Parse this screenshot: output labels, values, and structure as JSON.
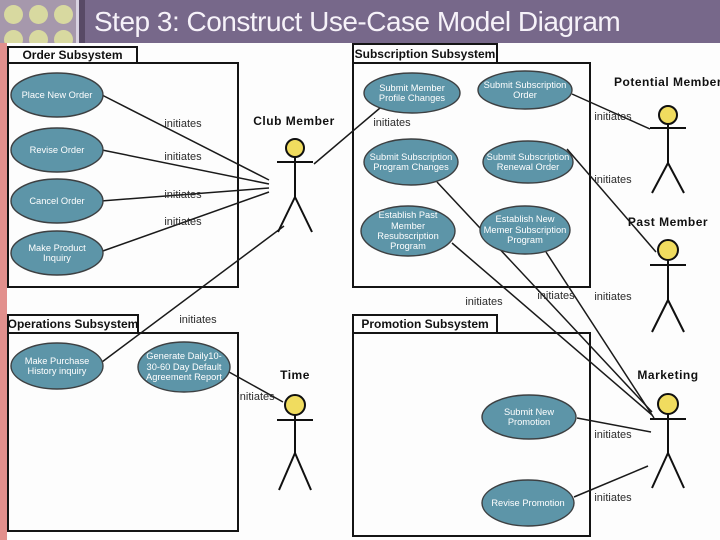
{
  "header": {
    "title": "Step 3: Construct Use-Case Model Diagram",
    "decoration": "dot-grid-ornament"
  },
  "colors": {
    "header_bar": "#77688a",
    "dots_block_background": "#a698ac",
    "dot": "#d8d9a0",
    "slide_edge_pink": "#e2908d",
    "use_case_fill": "#5d95a8",
    "actor_head_fill": "#f0dc5f",
    "line": "#1a1a1a"
  },
  "diagram": {
    "relationship_label": "initiates",
    "subsystems": [
      {
        "label": "Order Subsystem",
        "use_cases": [
          "Place New Order",
          "Revise Order",
          "Cancel Order",
          "Make Product Inquiry"
        ]
      },
      {
        "label": "Subscription Subsystem",
        "use_cases": [
          "Submit Member Profile Changes",
          "Submit Subscription Order",
          "Submit Subscription Program Changes",
          "Submit Subscription Renewal Order",
          "Establish Past Member Resubscription Program",
          "Establish New Memer Subscription Program"
        ]
      },
      {
        "label": "Operations Subsystem",
        "use_cases": [
          "Make Purchase History inquiry",
          "Generate Daily10-30-60 Day Default Agreement Report"
        ]
      },
      {
        "label": "Promotion Subsystem",
        "use_cases": [
          "Submit New Promotion",
          "Revise Promotion"
        ]
      }
    ],
    "actors": [
      {
        "name": "Club Member"
      },
      {
        "name": "Potential Member"
      },
      {
        "name": "Past Member"
      },
      {
        "name": "Time"
      },
      {
        "name": "Marketing"
      }
    ]
  }
}
